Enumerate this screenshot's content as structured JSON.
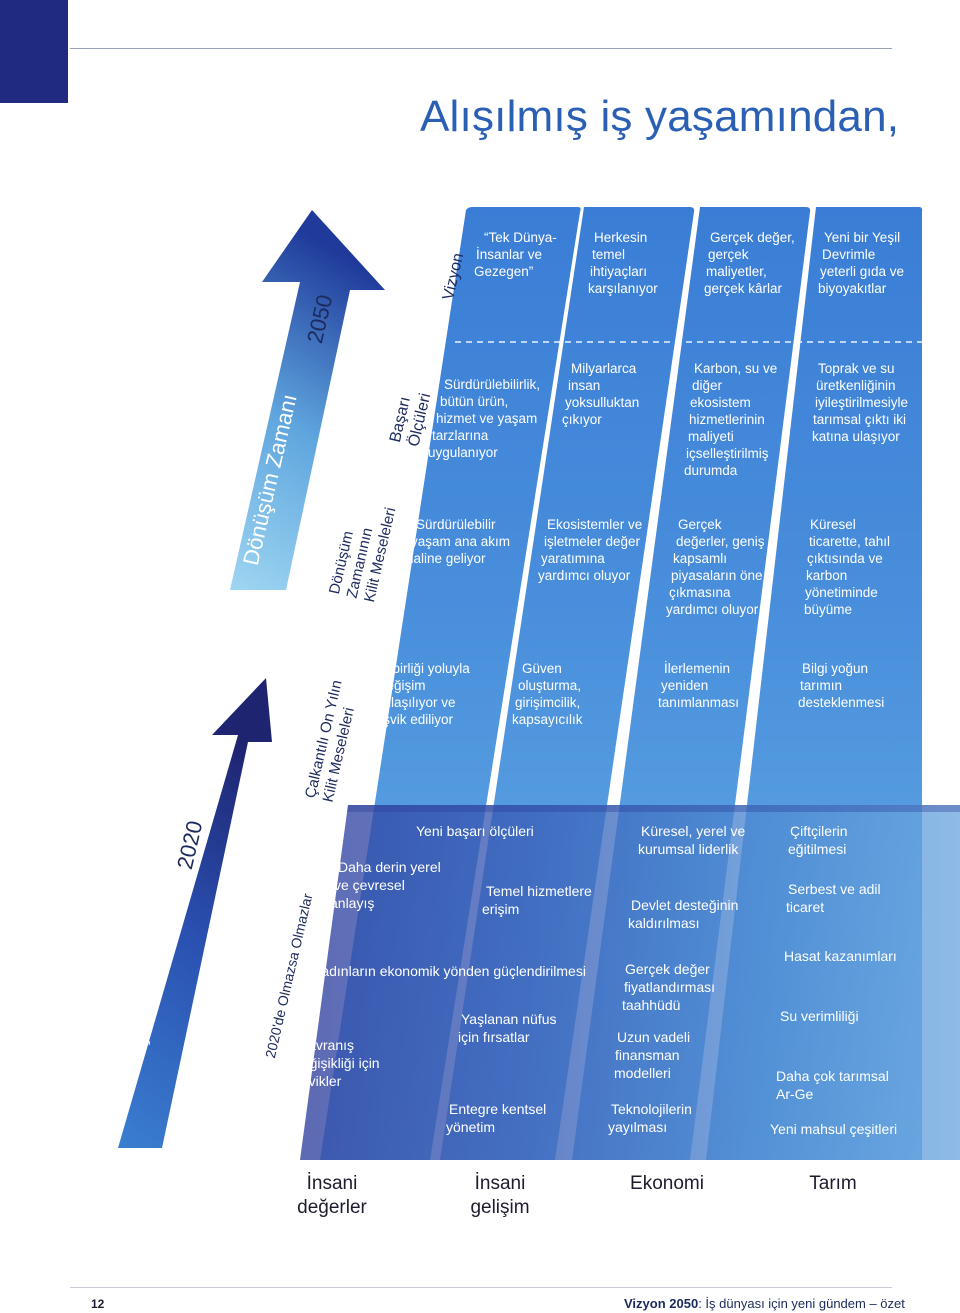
{
  "title": "Alışılmış iş yaşamından,",
  "colors": {
    "navy": "#1f2a80",
    "accent": "#2a5fb4",
    "arrow_light": "#7fc4ec",
    "column_blue": "#3d7fd0"
  },
  "arrows": {
    "upper": {
      "label": "Dönüşüm Zamanı",
      "year": "2050"
    },
    "lower": {
      "label": "Çalkantılı On Yıl",
      "year": "2020"
    }
  },
  "row_labels": {
    "vision": "Vizyon",
    "success_metrics": [
      "Başarı",
      "Ölçüleri"
    ],
    "transformation_issues": [
      "Dönüşüm",
      "Zamanının",
      "Kilit Meseleleri"
    ],
    "turbulent_issues": [
      "Çalkantılı On Yılın",
      "Kilit Meseleleri"
    ],
    "musts_2020": "2020'de Olmazsa Olmazlar"
  },
  "columns": {
    "vision": [
      [
        "“Tek Dünya-",
        "İnsanlar ve",
        "Gezegen”"
      ],
      [
        "Herkesin",
        "temel",
        "ihtiyaçları",
        "karşılanıyor"
      ],
      [
        "Gerçek değer,",
        "gerçek",
        "maliyetler,",
        "gerçek kârlar"
      ],
      [
        "Yeni bir Yeşil",
        "Devrimle",
        "yeterli gıda ve",
        "biyoyakıtlar"
      ]
    ],
    "metrics": [
      [
        "Sürdürülebilirlik,",
        "bütün ürün,",
        "hizmet ve yaşam",
        "tarzlarına",
        "uygulanıyor"
      ],
      [
        "Milyarlarca",
        "insan",
        "yoksulluktan",
        "çıkıyor"
      ],
      [
        "Karbon, su ve",
        "diğer",
        "ekosistem",
        "hizmetlerinin",
        "maliyeti",
        "içselleştirilmiş",
        "durumda"
      ],
      [
        "Toprak ve su",
        "üretkenliğinin",
        "iyileştirilmesiyle",
        "tarımsal çıktı iki",
        "katına ulaşıyor"
      ]
    ],
    "transformation": [
      [
        "Sürdürülebilir",
        "yaşam ana akım",
        "haline geliyor"
      ],
      [
        "Ekosistemler ve",
        "işletmeler değer",
        "yaratımına",
        "yardımcı oluyor"
      ],
      [
        "Gerçek",
        "değerler, geniş",
        "kapsamlı",
        "piyasaların öne",
        "çıkmasına",
        "yardımcı oluyor"
      ],
      [
        "Küresel",
        "ticarette, tahıl",
        "çıktısında ve",
        "karbon",
        "yönetiminde",
        "büyüme"
      ]
    ],
    "turbulent": [
      [
        "İşbirliği yoluyla",
        "değişim",
        "anlaşılıyor ve",
        "teşvik ediliyor"
      ],
      [
        "Güven",
        "oluşturma,",
        "girişimcilik,",
        "kapsayıcılık"
      ],
      [
        "İlerlemenin",
        "yeniden",
        "tanımlanması"
      ],
      [
        "Bilgi yoğun",
        "tarımın",
        "desteklenmesi"
      ]
    ]
  },
  "musts": {
    "yeni_basari": "Yeni başarı ölçüleri",
    "daha_derin": [
      "Daha derin yerel",
      "ve çevresel",
      "anlayış"
    ],
    "temel_hizmet": [
      "Temel hizmetlere",
      "erişim"
    ],
    "kadinlar": "Kadınların ekonomik yönden güçlendirilmesi",
    "yaslanan": [
      "Yaşlanan nüfus",
      "için fırsatlar"
    ],
    "davranis": [
      "Davranış",
      "değişikliği için",
      "teşvikler"
    ],
    "entegre": [
      "Entegre kentsel",
      "yönetim"
    ],
    "kuresel": [
      "Küresel, yerel ve",
      "kurumsal liderlik"
    ],
    "devlet": [
      "Devlet desteğinin",
      "kaldırılması"
    ],
    "gercek_deger": [
      "Gerçek değer",
      "fiyatlandırması",
      "taahhüdü"
    ],
    "uzun_vadeli": [
      "Uzun vadeli",
      "finansman",
      "modelleri"
    ],
    "teknoloji": [
      "Teknolojilerin",
      "yayılması"
    ],
    "ciftci": [
      "Çiftçilerin",
      "eğitilmesi"
    ],
    "serbest": [
      "Serbest ve adil",
      "ticaret"
    ],
    "hasat": "Hasat kazanımları",
    "su": "Su verimliliği",
    "arge": [
      "Daha çok tarımsal",
      "Ar-Ge"
    ],
    "mahsul": "Yeni mahsul çeşitleri"
  },
  "categories": [
    [
      "İnsani",
      "değerler"
    ],
    [
      "İnsani",
      "gelişim"
    ],
    [
      "Ekonomi"
    ],
    [
      "Tarım"
    ]
  ],
  "footer": {
    "page_number": "12",
    "brand": "Vizyon 2050",
    "subtitle": ": İş dünyası için yeni gündem – özet"
  }
}
